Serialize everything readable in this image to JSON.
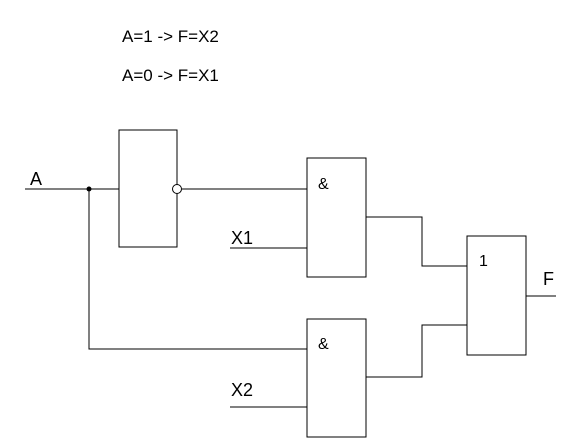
{
  "equations": [
    "A=1 -> F=X2",
    "A=0 -> F=X1"
  ],
  "inputs": {
    "a": "A",
    "x1": "X1",
    "x2": "X2"
  },
  "output": "F",
  "gates": {
    "and_top": "&",
    "and_bottom": "&",
    "or": "1"
  }
}
